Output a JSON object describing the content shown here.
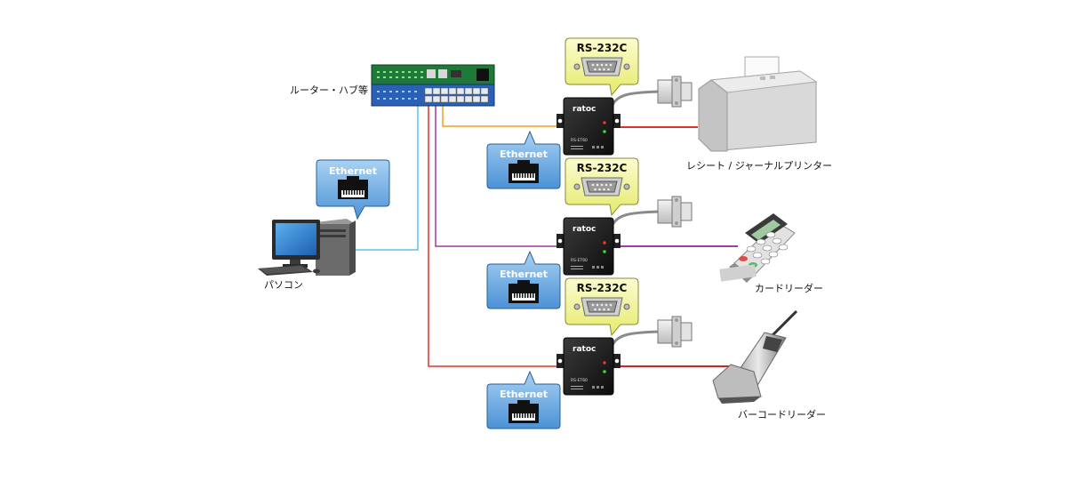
{
  "labels": {
    "router": "ルーター・ハブ等",
    "pc": "パソコン",
    "printer": "レシート / ジャーナルプリンター",
    "card_reader": "カードリーダー",
    "barcode_reader": "バーコードリーダー"
  },
  "callouts": {
    "ethernet": "Ethernet",
    "rs232c": "RS-232C"
  },
  "converter": {
    "brand": "ratoc",
    "model": "RS-ET60"
  },
  "colors": {
    "line_orange": "#f2a01e",
    "line_red": "#e0302a",
    "line_purple": "#9b3fa0",
    "line_cyan": "#5ec3e8",
    "line_darkred": "#c8262c",
    "eth_bubble": "#5a9bd5",
    "rs_bubble": "#f3f5a6"
  }
}
